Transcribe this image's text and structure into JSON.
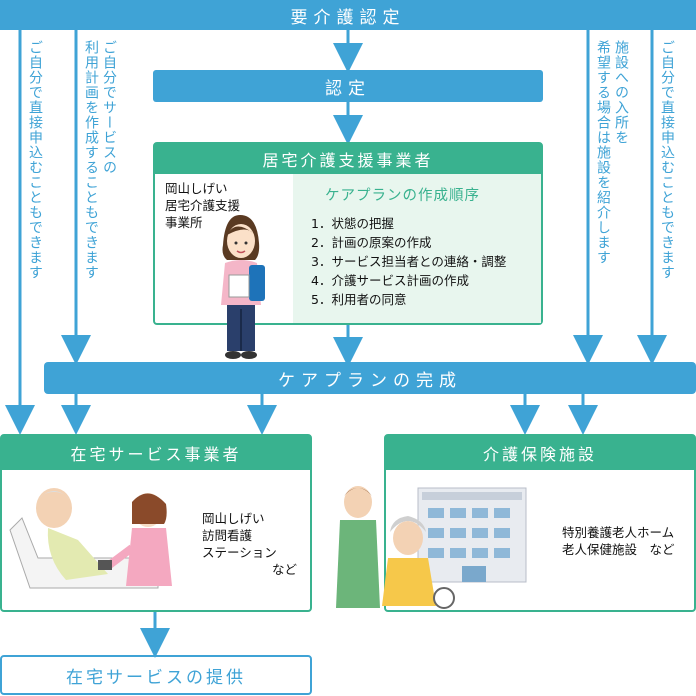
{
  "top": "要介護認定",
  "certified": "認定",
  "care_manager": {
    "title": "居宅介護支援事業者",
    "office": [
      "岡山しげい",
      "居宅介護支援",
      "事業所"
    ],
    "plan_title": "ケアプランの作成順序",
    "steps": [
      "1．状態の把握",
      "2．計画の原案の作成",
      "3．サービス担当者との連絡・調整",
      "4．介護サービス計画の作成",
      "5．利用者の同意"
    ]
  },
  "side_notes": {
    "left_outer": "ご自分で直接申込むこともできます",
    "left_inner": [
      "ご自分でサービスの",
      "利用計画を作成することもできます"
    ],
    "right_inner": [
      "施設への入所を",
      "希望する場合は施設を紹介します"
    ],
    "right_outer": "ご自分で直接申込むこともできます"
  },
  "plan_complete": "ケアプランの完成",
  "home_service": {
    "title": "在宅サービス事業者",
    "lines": [
      "岡山しげい",
      "訪問看護",
      "ステーション",
      "など"
    ]
  },
  "facility": {
    "title": "介護保険施設",
    "lines": [
      "特別養護老人ホーム",
      "老人保健施設　など"
    ]
  },
  "provision": "在宅サービスの提供",
  "colors": {
    "blue": "#3fa3d6",
    "teal": "#39b28f",
    "light_green": "#e8f6ee"
  }
}
